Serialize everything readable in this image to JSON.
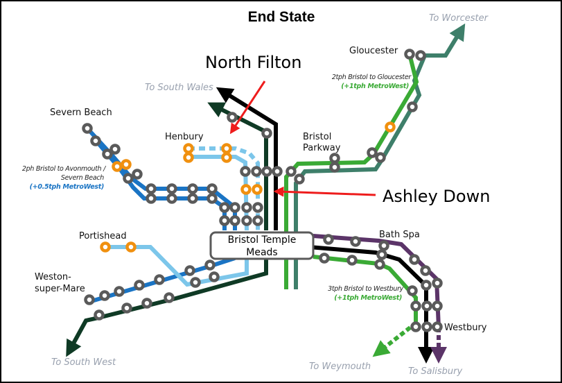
{
  "title": "End State",
  "callouts": {
    "north_filton": "North Filton",
    "ashley_down": "Ashley Down"
  },
  "hub": {
    "line1": "Bristol Temple",
    "line2": "Meads"
  },
  "stations": {
    "gloucester": "Gloucester",
    "severn_beach": "Severn Beach",
    "henbury": "Henbury",
    "bristol_parkway_1": "Bristol",
    "bristol_parkway_2": "Parkway",
    "portishead": "Portishead",
    "weston_1": "Weston-",
    "weston_2": "super-Mare",
    "bath_spa": "Bath Spa",
    "westbury": "Westbury"
  },
  "destinations": {
    "worcester": "To Worcester",
    "south_wales": "To South Wales",
    "south_west": "To South West",
    "weymouth": "To Weymouth",
    "salisbury": "To Salisbury"
  },
  "notes": {
    "gloucester_line1": "2tph Bristol to Gloucester",
    "gloucester_line2": "(+1tph MetroWest)",
    "severn_line1": "2ph Bristol to Avonmouth /",
    "severn_line2": "Severn Beach",
    "severn_line3": "(+0.5tph MetroWest)",
    "westbury_line1": "3tph Bristol to Westbury",
    "westbury_line2": "(+1tph MetroWest)"
  },
  "colors": {
    "metrowest_green": "#3aaa35",
    "gloucester_teal": "#3e7f6a",
    "severn_blue": "#1a74c4",
    "light_blue": "#7cc6ea",
    "dark_green": "#0f3a25",
    "black": "#000000",
    "purple": "#5b3468",
    "new_station_orange": "#f0900f",
    "existing_station_grey": "#5a5a5a",
    "callout_red": "#ee1c1c",
    "destination_grey": "#98a0ae"
  }
}
